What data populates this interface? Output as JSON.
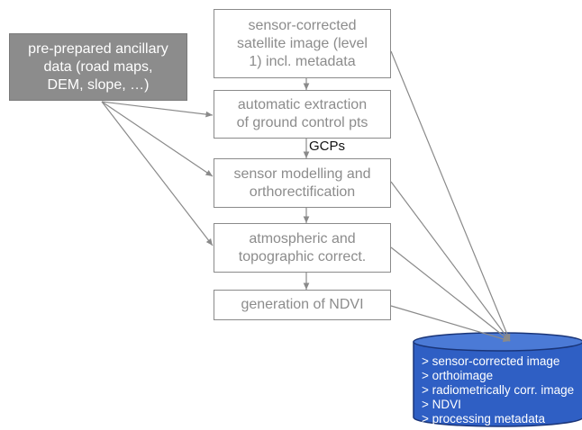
{
  "boxes": {
    "source": "sensor-corrected\nsatellite image (level\n1) incl. metadata",
    "ancillary": "pre-prepared ancillary\ndata (road maps,\nDEM, slope, …)",
    "extraction": "automatic extraction\nof ground control pts",
    "modelling": "sensor modelling and\northorectification",
    "atmospheric": "atmospheric and\ntopographic correct.",
    "ndvi": "generation of NDVI"
  },
  "edge_label": "GCPs",
  "database": {
    "items": [
      "> sensor-corrected image",
      "> orthoimage",
      "> radiometrically corr. image",
      "> NDVI",
      "> processing metadata"
    ],
    "fill_color": "#2f5fc4",
    "stroke_color": "#1a3578"
  },
  "colors": {
    "box_border": "#8a8a8a",
    "box_text": "#8c8c8c",
    "ancillary_fill": "#8c8c8c",
    "arrow": "#8a8a8a"
  }
}
